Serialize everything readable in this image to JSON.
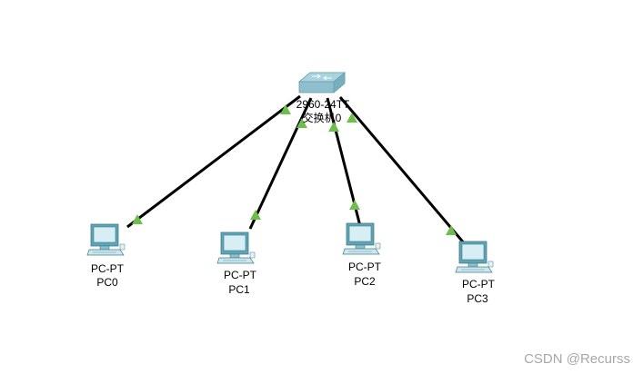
{
  "switch": {
    "model": "2960-24TT",
    "name": "交换机0"
  },
  "pcs": [
    {
      "model": "PC-PT",
      "name": "PC0"
    },
    {
      "model": "PC-PT",
      "name": "PC1"
    },
    {
      "model": "PC-PT",
      "name": "PC2"
    },
    {
      "model": "PC-PT",
      "name": "PC3"
    }
  ],
  "links": [
    {
      "from": "交换机0",
      "to": "PC0",
      "status": "up"
    },
    {
      "from": "交换机0",
      "to": "PC1",
      "status": "up"
    },
    {
      "from": "交换机0",
      "to": "PC2",
      "status": "up"
    },
    {
      "from": "交换机0",
      "to": "PC3",
      "status": "up"
    }
  ],
  "colors": {
    "link": "#000000",
    "link_status_up": "#6cc04a",
    "switch_top": "#a9d3de",
    "switch_front": "#8fbfcc",
    "pc_monitor": "#5fa3b4",
    "pc_screen": "#d6eef4"
  },
  "watermark": "CSDN @Recurss"
}
